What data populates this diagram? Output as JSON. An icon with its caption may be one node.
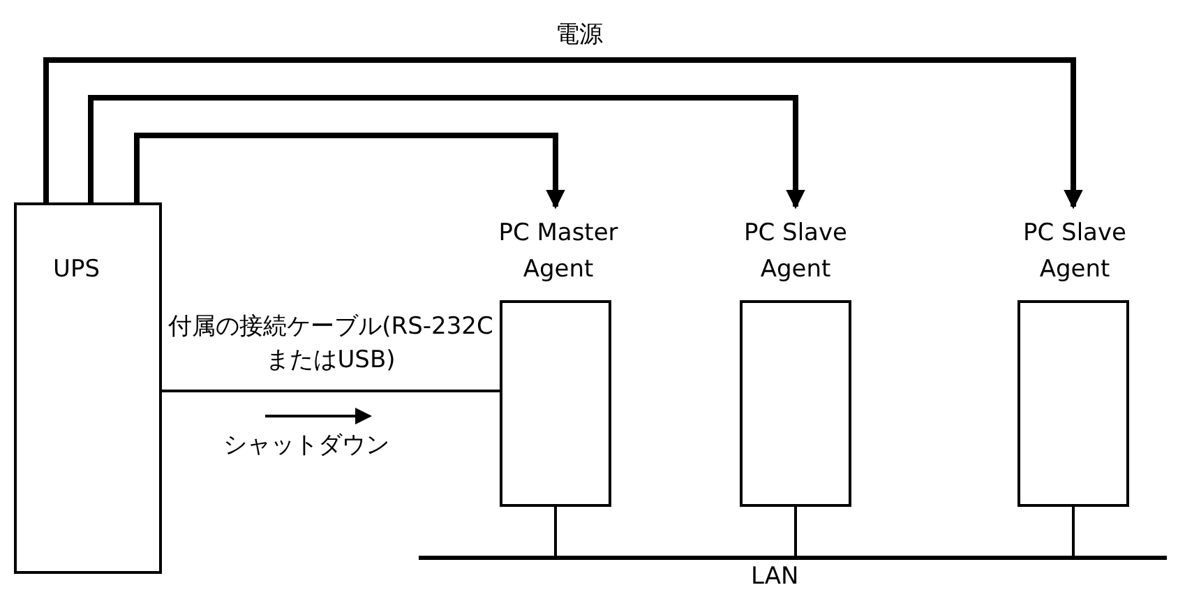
{
  "diagram": {
    "nodes": [
      {
        "text": [
          "UPS"
        ]
      },
      {
        "text": [
          "PC Master Agent"
        ]
      },
      {
        "text": [
          "PC Slave Agent"
        ]
      },
      {
        "text": [
          "PC Slave Agent"
        ]
      },
      {
        "text": [
          "LAN"
        ]
      }
    ],
    "edges": [
      {
        "from": 0,
        "to": 1,
        "arrow": "to",
        "style": "thick"
      },
      {
        "from": 0,
        "to": 2,
        "arrow": "to",
        "style": "thick"
      },
      {
        "from": 0,
        "to": 3,
        "arrow": "to",
        "style": "thick"
      },
      {
        "from": 0,
        "to": 1,
        "arrow": "none",
        "label": "付属の接続ケーブル(RS-232CまたはUSB)"
      },
      {
        "from": 1,
        "to": 4,
        "arrow": "none"
      },
      {
        "from": 2,
        "to": 4,
        "arrow": "none"
      },
      {
        "from": 3,
        "to": 4,
        "arrow": "none"
      }
    ],
    "labels": [
      "電源",
      "シャットダウン"
    ]
  }
}
